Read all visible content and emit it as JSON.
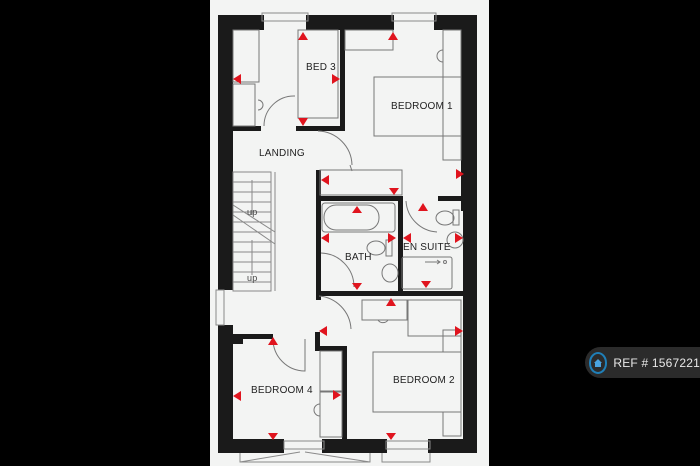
{
  "floorplan": {
    "rooms": {
      "bed3": "BED 3",
      "bedroom1": "BEDROOM 1",
      "landing": "LANDING",
      "bath": "BATH",
      "en_suite": "EN SUITE",
      "bedroom4": "BEDROOM 4",
      "bedroom2": "BEDROOM 2"
    },
    "stairs": {
      "upper_label": "up",
      "lower_label": "up"
    },
    "colors": {
      "wall": "#1a1a1a",
      "marker": "#e0141e",
      "paper": "#f3f4f3",
      "fixture_line": "#777777"
    }
  },
  "watermark": {
    "icon": "home-icon",
    "text": "REF # 1567221",
    "accent": "#1f7fb8"
  }
}
